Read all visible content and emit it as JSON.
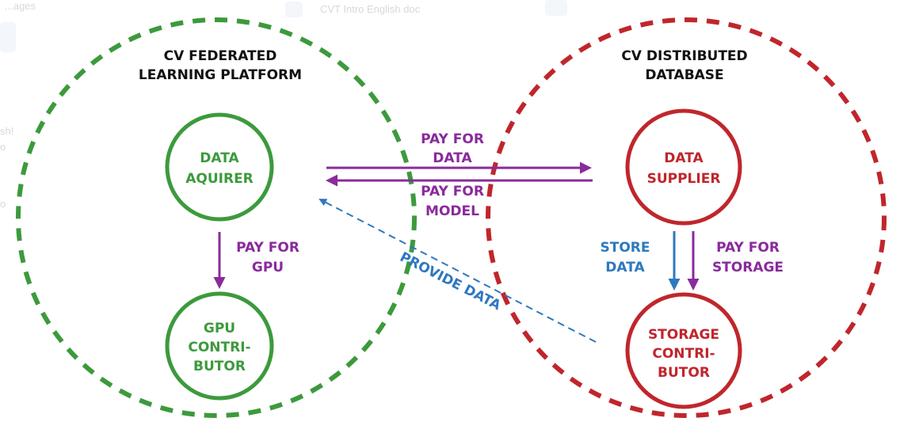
{
  "background_ui": {
    "top_left_fragment": "...ages",
    "top_center_fragment": "CVT Intro English doc",
    "left_fragments": [
      "sh!",
      "o",
      "o"
    ]
  },
  "diagram": {
    "left_region": {
      "title_line1": "CV FEDERATED",
      "title_line2": "LEARNING PLATFORM",
      "color": "#3c9a3c"
    },
    "right_region": {
      "title_line1": "CV DISTRIBUTED",
      "title_line2": "DATABASE",
      "color": "#c0262c"
    },
    "nodes": {
      "data_aquirer": {
        "line1": "DATA",
        "line2": "AQUIRER"
      },
      "gpu_contributor": {
        "line1": "GPU",
        "line2": "CONTRI-",
        "line3": "BUTOR"
      },
      "data_supplier": {
        "line1": "DATA",
        "line2": "SUPPLIER"
      },
      "storage_contributor": {
        "line1": "STORAGE",
        "line2": "CONTRI-",
        "line3": "BUTOR"
      }
    },
    "edges": {
      "pay_for_data": {
        "line1": "PAY FOR",
        "line2": "DATA",
        "color": "#8a2a9c"
      },
      "pay_for_model": {
        "line1": "PAY FOR",
        "line2": "MODEL",
        "color": "#8a2a9c"
      },
      "pay_for_gpu": {
        "line1": "PAY FOR",
        "line2": "GPU",
        "color": "#8a2a9c"
      },
      "store_data": {
        "line1": "STORE",
        "line2": "DATA",
        "color": "#2e78bf"
      },
      "pay_for_storage": {
        "line1": "PAY FOR",
        "line2": "STORAGE",
        "color": "#8a2a9c"
      },
      "provide_data": {
        "label": "PROVIDE DATA",
        "color": "#2e78bf"
      }
    }
  }
}
